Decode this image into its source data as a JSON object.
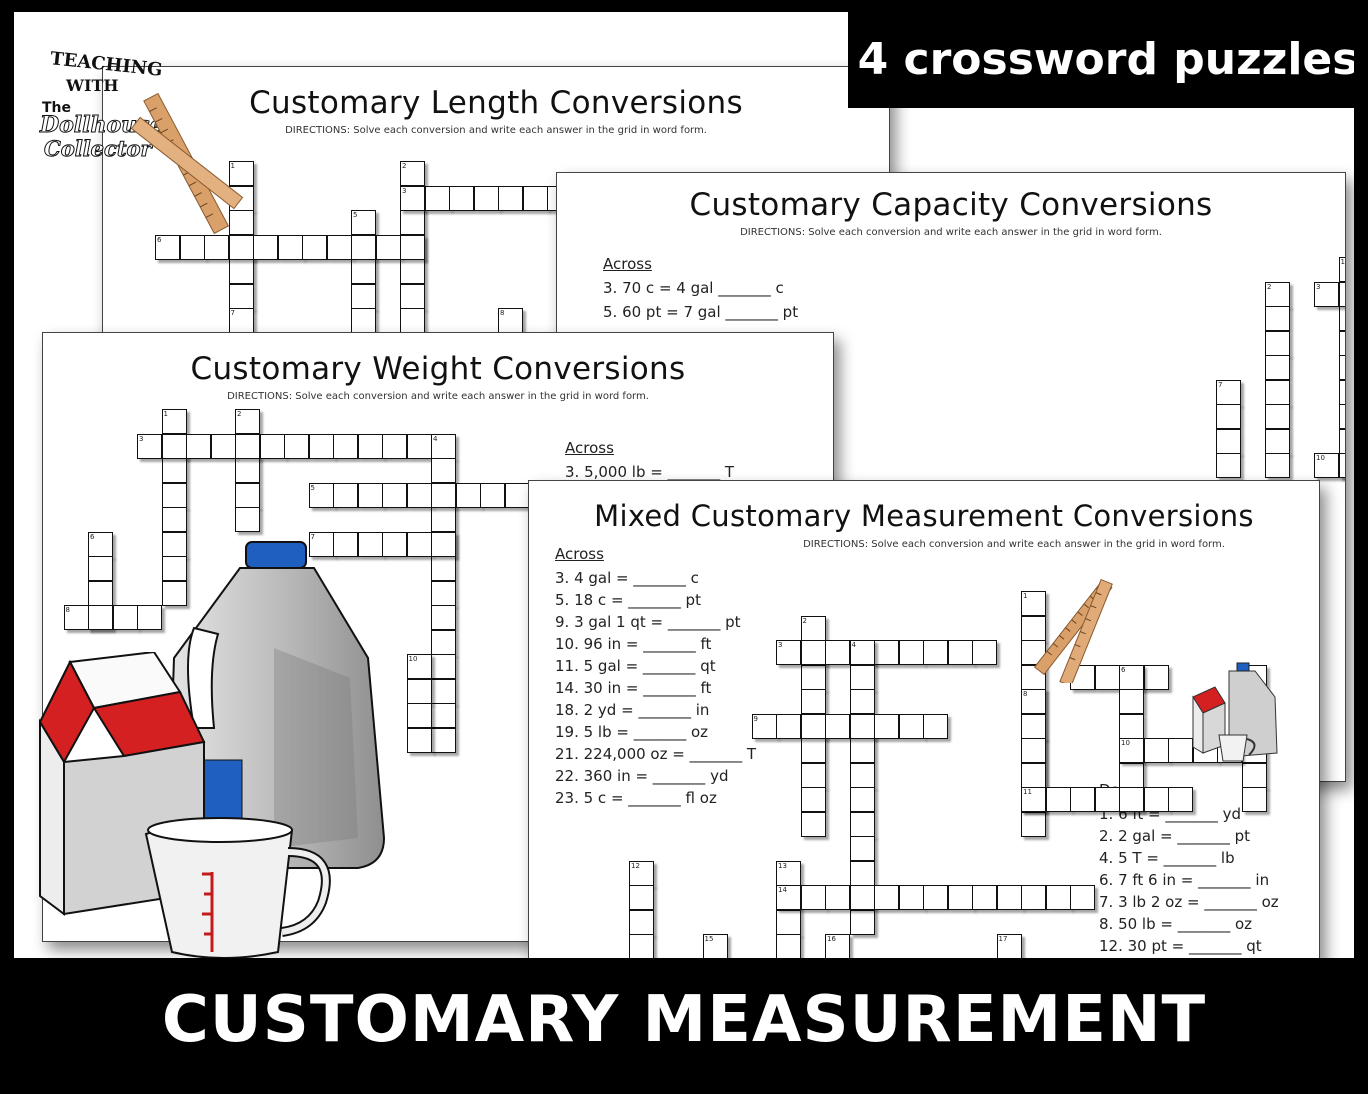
{
  "banner": {
    "text": "4 crossword puzzles"
  },
  "footer": {
    "title": "CUSTOMARY MEASUREMENT CONVERSIONS"
  },
  "logo": {
    "line1": "TEACHING",
    "line2": "WITH",
    "line3": "The",
    "line4": "Dollhouse",
    "line5": "Collector"
  },
  "directions": "DIRECTIONS: Solve each conversion and write each answer in the grid in word form.",
  "length_sheet": {
    "title": "Customary Length Conversions"
  },
  "capacity_sheet": {
    "title": "Customary Capacity Conversions",
    "across_heading": "Across",
    "across": [
      "3.   70 c = 4 gal _______ c",
      "5.   60 pt = 7 gal _______ pt"
    ]
  },
  "weight_sheet": {
    "title": "Customary Weight Conversions",
    "across_heading": "Across",
    "across": [
      "3.  5,000 lb = _______ T"
    ]
  },
  "mixed_sheet": {
    "title": "Mixed Customary Measurement Conversions",
    "across_heading": "Across",
    "across": [
      "3.   4 gal = _______ c",
      "5.   18 c = _______ pt",
      "9.   3 gal 1 qt = _______ pt",
      "10.  96 in = _______ ft",
      "11.  5 gal = _______ qt",
      "14.  30 in = _______ ft",
      "18.  2 yd = _______ in",
      "19.  5 lb = _______ oz",
      "21.  224,000 oz = _______ T",
      "22.  360 in = _______ yd",
      "23.  5 c = _______ fl oz"
    ],
    "down_heading": "Down",
    "down": [
      "1.   6 ft = _______ yd",
      "2.   2 gal = _______ pt",
      "4.   5 T = _______ lb",
      "6.   7 ft 6 in = _______ in",
      "7.   3 lb 2 oz = _______ oz",
      "8.   50 lb = _______ oz",
      "12.  30 pt = _______ qt"
    ]
  },
  "colors": {
    "frame": "#000000",
    "carton_red": "#d42020",
    "jug_cap": "#1f5fbf",
    "ruler": "#d9a06a"
  }
}
